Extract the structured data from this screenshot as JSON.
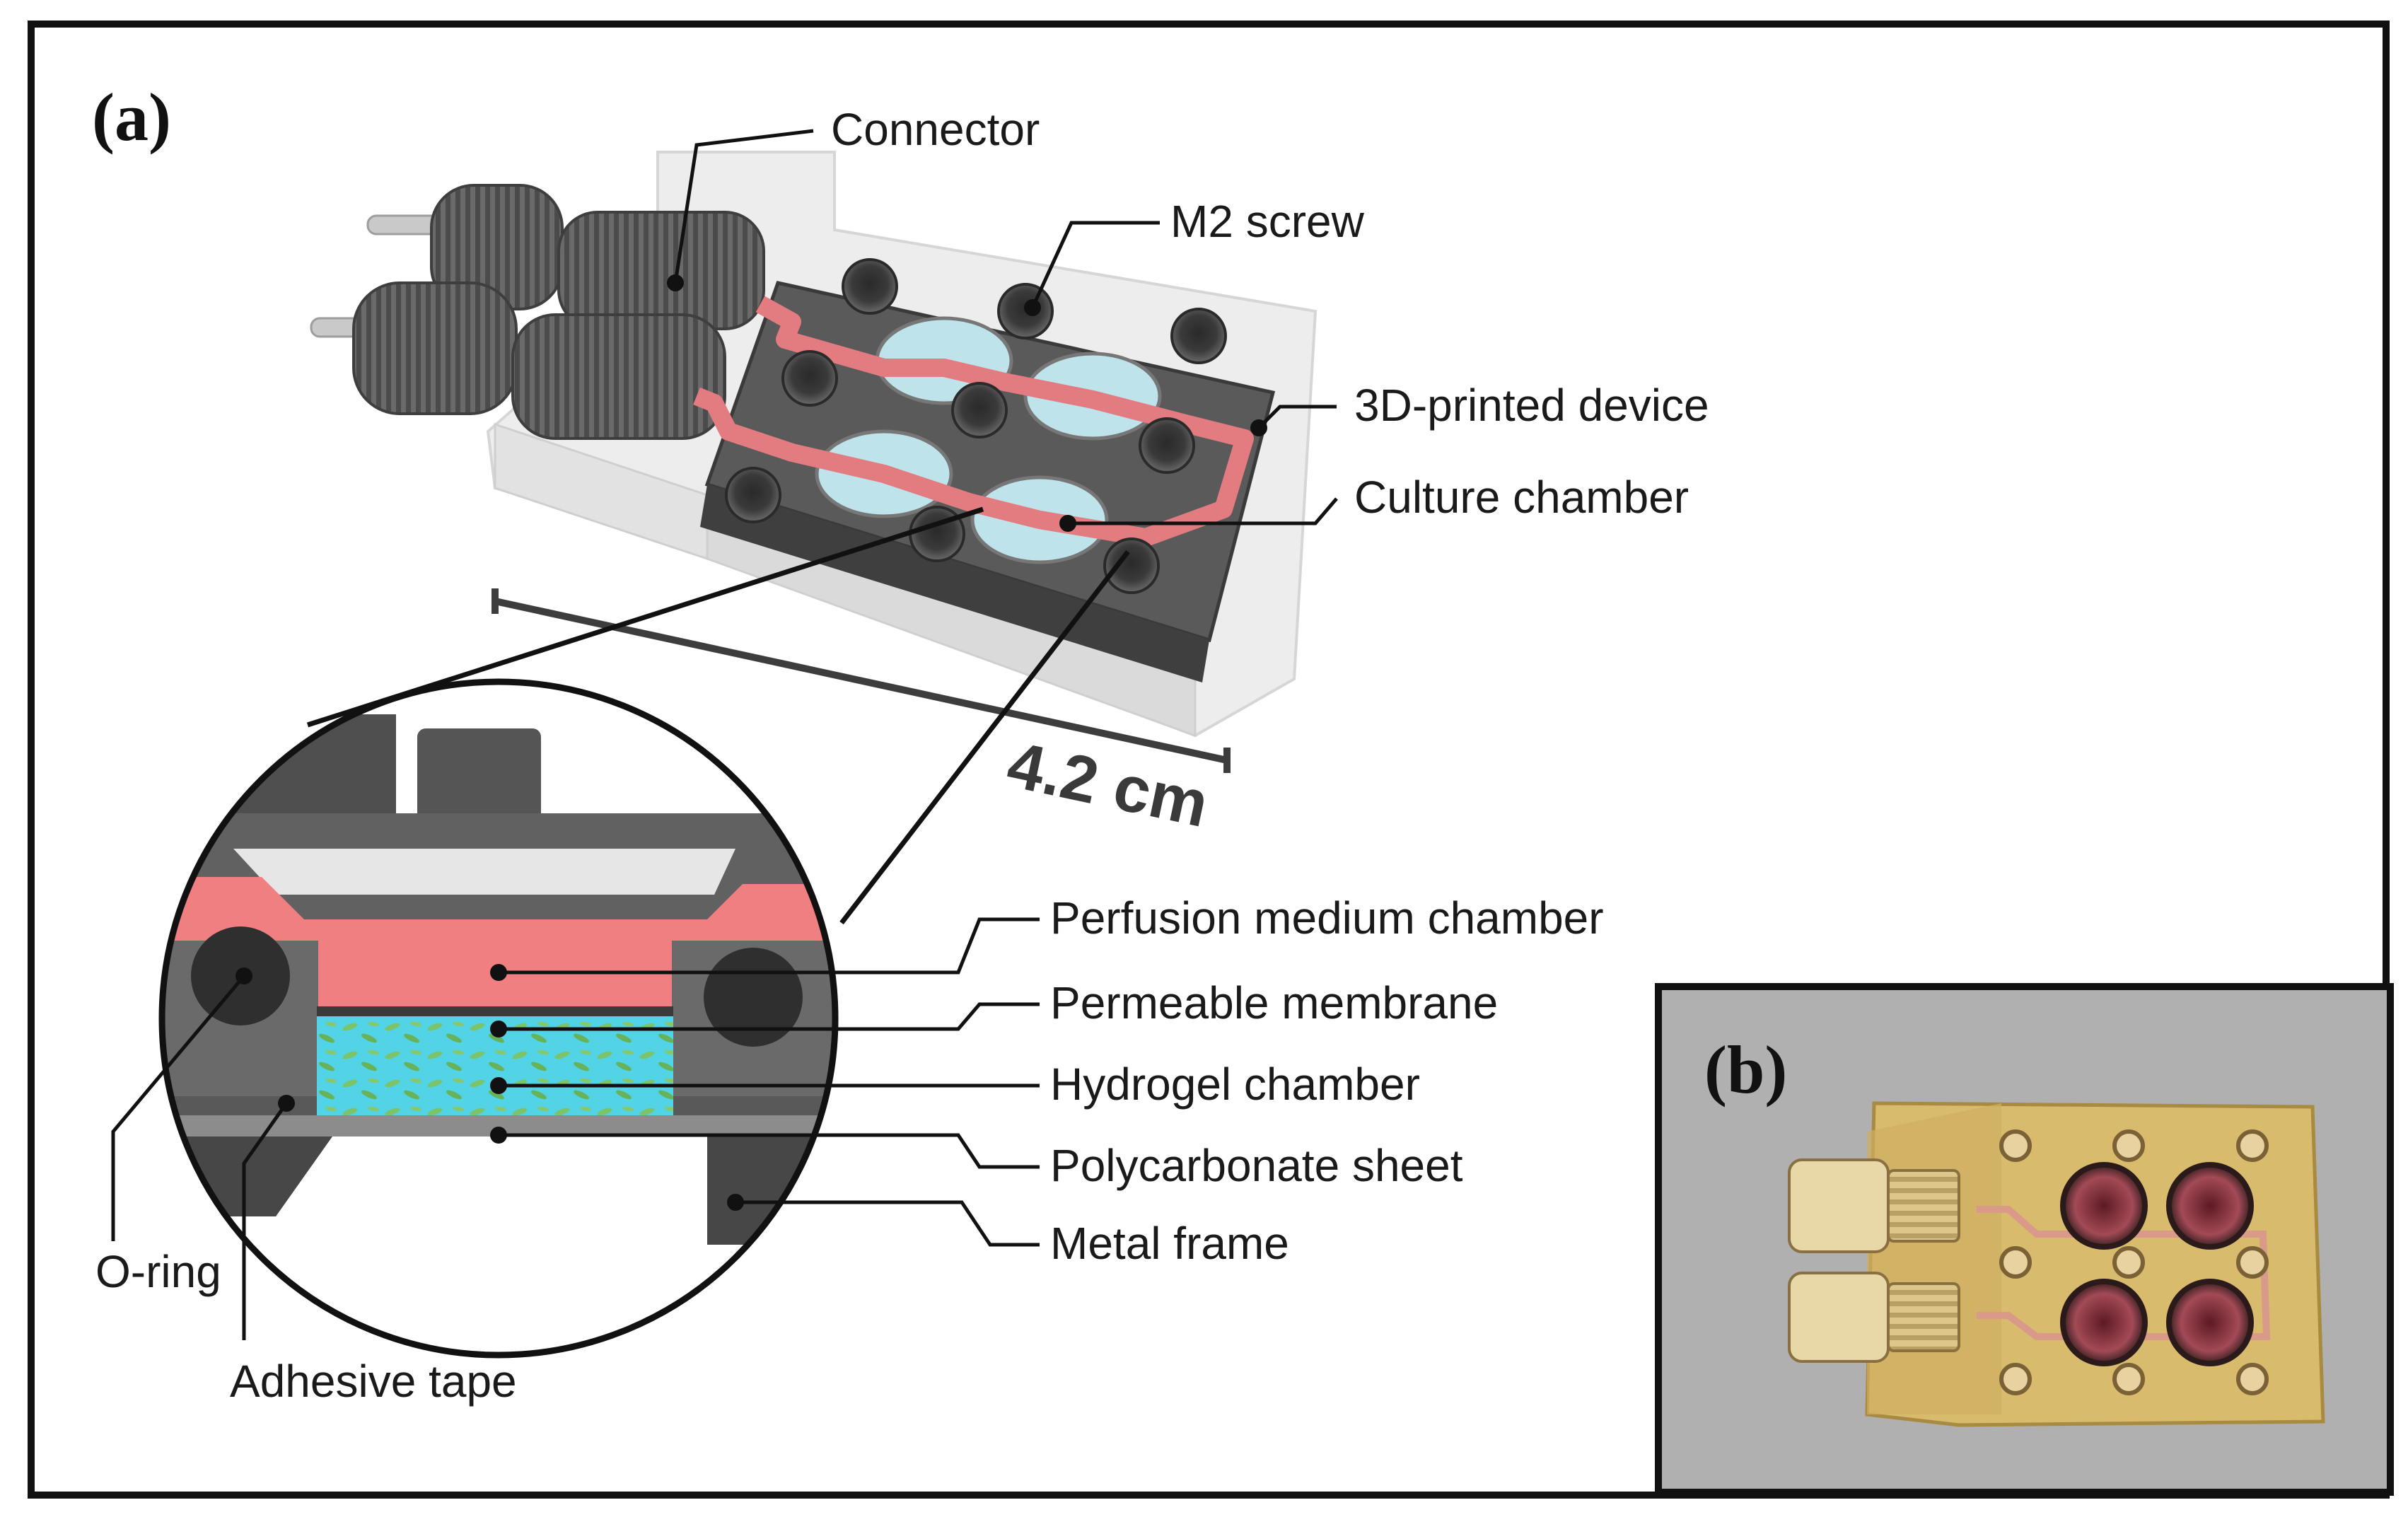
{
  "panel_a": {
    "label": "(a)",
    "labels": {
      "connector": "Connector",
      "m2_screw": "M2 screw",
      "printed_device": "3D-printed device",
      "culture_chamber": "Culture chamber",
      "scale": "4.2 cm",
      "perfusion": "Perfusion medium chamber",
      "membrane": "Permeable membrane",
      "hydrogel": "Hydrogel chamber",
      "polycarbonate": "Polycarbonate sheet",
      "metal_frame": "Metal frame",
      "o_ring": "O-ring",
      "adhesive": "Adhesive tape"
    }
  },
  "panel_b": {
    "label": "(b)"
  },
  "colors": {
    "device_gray": "#5f5f5f",
    "dark_gray": "#4a4a4a",
    "medium_pink": "#f07f82",
    "hydrogel_cyan": "#52d3e6",
    "clear_plastic": "#e6e6e6",
    "photo_bg": "#a9a9a9",
    "printed_amber": "#d9bb6e"
  }
}
